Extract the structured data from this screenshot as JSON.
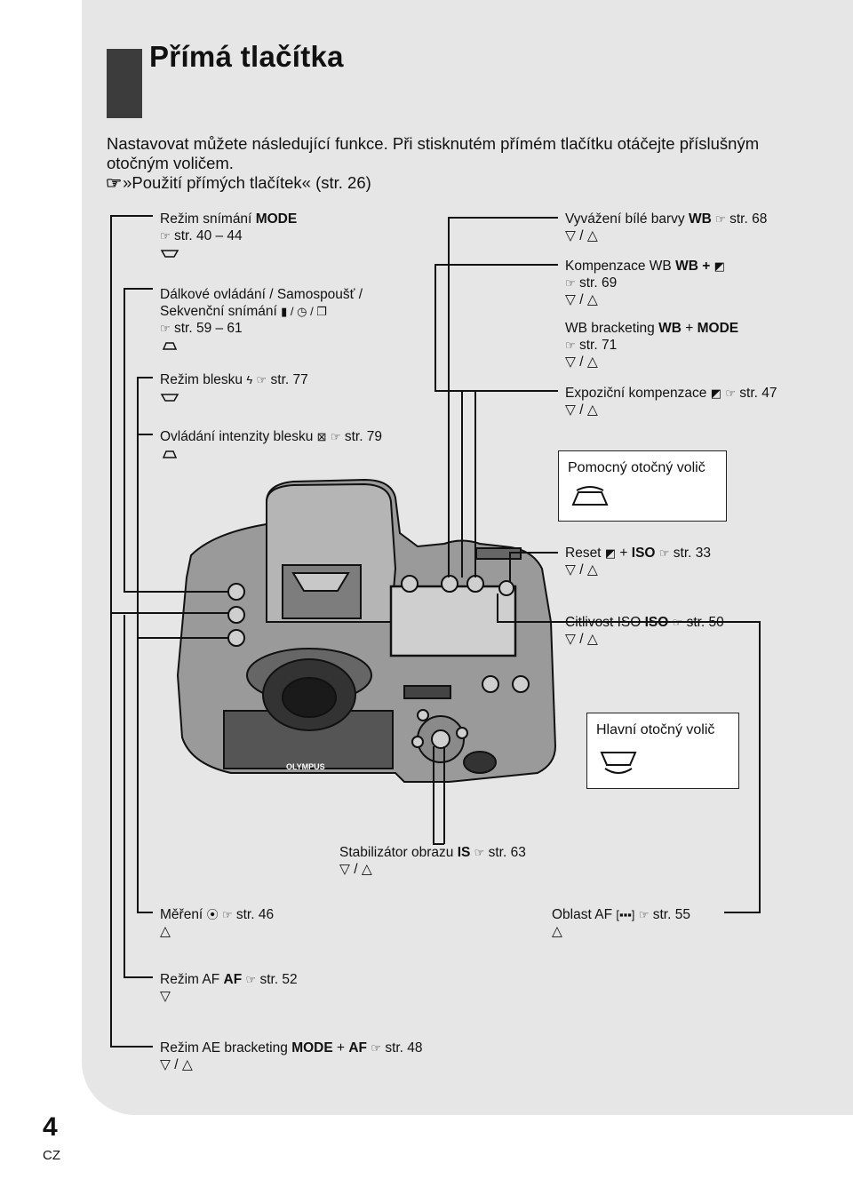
{
  "page": {
    "title": "Přímá tlačítka",
    "number": "4",
    "lang": "CZ"
  },
  "intro": {
    "line1": "Nastavovat můžete následující funkce. Při stisknutém přímém tlačítku otáčejte příslušným",
    "line2": "otočným voličem.",
    "line3": "»Použití přímých tlačítek« (str. 26)"
  },
  "labels": {
    "drive_mode": {
      "text": "Režim snímání",
      "key": "MODE",
      "page": "str. 40 – 44"
    },
    "remote": {
      "line1": "Dálkové ovládání / Samospoušť /",
      "line2": "Sekvenční snímání",
      "page": "str. 59 – 61"
    },
    "flash_mode": {
      "text": "Režim blesku",
      "page": "str. 77"
    },
    "flash_intensity": {
      "text": "Ovládání intenzity blesku",
      "page": "str. 79"
    },
    "wb": {
      "text": "Vyvážení bílé barvy",
      "key": "WB",
      "page": "str. 68"
    },
    "wb_comp": {
      "text": "Kompenzace WB",
      "key": "WB +",
      "page": "str. 69"
    },
    "wb_bkt": {
      "text": "WB bracketing",
      "key": "WB",
      "key2": "MODE",
      "page": "str. 71"
    },
    "exp_comp": {
      "text": "Expoziční kompenzace",
      "page": "str. 47"
    },
    "sub_dial": {
      "text": "Pomocný otočný volič"
    },
    "reset": {
      "text": "Reset",
      "key": "ISO",
      "page": "str. 33"
    },
    "iso": {
      "text": "Citlivost ISO",
      "key": "ISO",
      "page": "str. 50"
    },
    "main_dial": {
      "text": "Hlavní otočný volič"
    },
    "stabilizer": {
      "text": "Stabilizátor obrazu",
      "key": "IS",
      "page": "str. 63"
    },
    "metering": {
      "text": "Měření",
      "page": "str. 46"
    },
    "af_area": {
      "text": "Oblast AF",
      "page": "str. 55"
    },
    "af_mode": {
      "text": "Režim AF",
      "key": "AF",
      "page": "str. 52"
    },
    "ae_bkt": {
      "text": "Režim AE bracketing",
      "key": "MODE",
      "key2": "AF",
      "page": "str. 48"
    }
  },
  "camera": {
    "brand": "OLYMPUS"
  },
  "icons": [
    "reference-hand-icon",
    "main-dial-icon",
    "sub-dial-icon",
    "exposure-comp-icon",
    "flash-icon"
  ]
}
